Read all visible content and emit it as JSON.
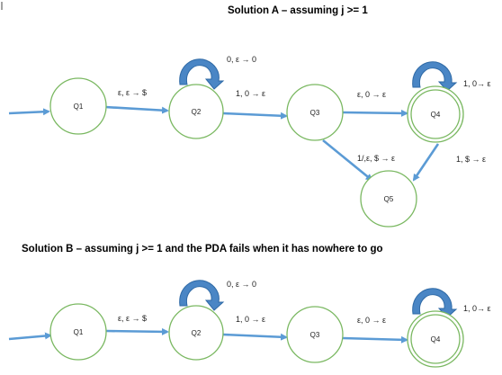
{
  "solution_a": {
    "title": "Solution A – assuming j >= 1",
    "states": {
      "q1": "Q1",
      "q2": "Q2",
      "q3": "Q3",
      "q4": "Q4",
      "q5": "Q5"
    },
    "transitions": {
      "q1_q2": "ε, ε → $",
      "q2_loop": "0, ε → 0",
      "q2_q3": "1, 0 → ε",
      "q3_q4": "ε, 0 → ε",
      "q4_loop": "1, 0→ ε",
      "q3_q5": "1/,ε, $ → ε",
      "q4_q5": "1, $ → ε"
    }
  },
  "solution_b": {
    "title": "Solution B – assuming j >= 1 and the PDA fails when it has nowhere to go",
    "states": {
      "q1": "Q1",
      "q2": "Q2",
      "q3": "Q3",
      "q4": "Q4"
    },
    "transitions": {
      "q1_q2": "ε, ε → $",
      "q2_loop": "0, ε → 0",
      "q2_q3": "1, 0 → ε",
      "q3_q4": "ε, 0 → ε",
      "q4_loop": "1, 0→ ε"
    }
  },
  "colors": {
    "state_stroke": "#7ab861",
    "arrow": "#5b9bd5",
    "loop_arrow": "#4a86c5"
  }
}
